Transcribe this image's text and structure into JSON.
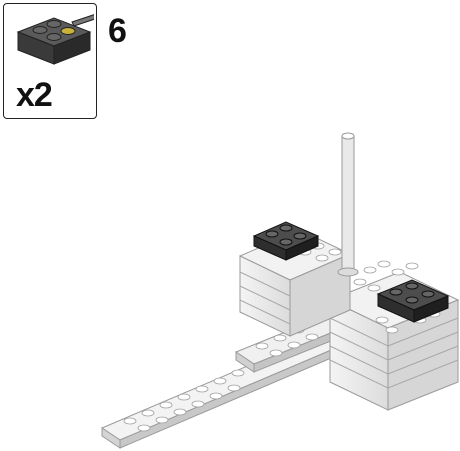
{
  "step": {
    "number": "6"
  },
  "parts_callout": {
    "quantity_label": "x2",
    "part_icon": "dark-gray-2x2-brick-with-pin-icon"
  },
  "model": {
    "icon": "lego-build-model-illustration",
    "new_parts_color": "#3a3a3a",
    "base_color": "#e8e8e8"
  }
}
